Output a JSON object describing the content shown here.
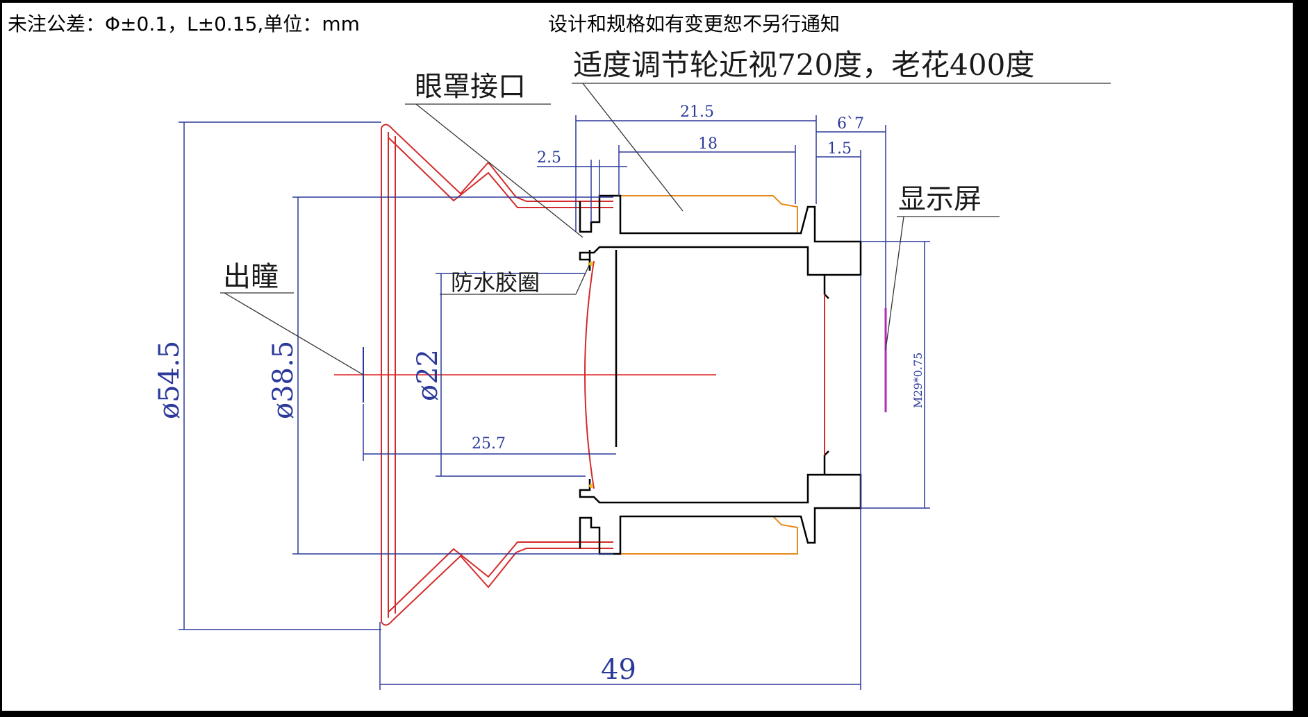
{
  "header": {
    "tolerance_note": "未注公差：Φ±0.1，L±0.15,单位：mm",
    "change_note": "设计和规格如有变更恕不另行通知"
  },
  "labels": {
    "adjust_wheel": "适度调节轮近视720度，老花400度",
    "eyecup_interface": "眼罩接口",
    "display_screen": "显示屏",
    "exit_pupil": "出瞳",
    "waterproof_ring": "防水胶圈"
  },
  "dimensions": {
    "d_54_5": "ø54.5",
    "d_38_5": "ø38.5",
    "d_22": "ø22",
    "len_49": "49",
    "len_25_7": "25.7",
    "len_21_5": "21.5",
    "len_18": "18",
    "len_2_5": "2.5",
    "len_6_7": "6`7",
    "len_1_5": "1.5",
    "thread_m29": "M29*0.75"
  },
  "colors": {
    "outline": "#000000",
    "eyecup": "#d42a2a",
    "adjust_ring": "#e8891c",
    "dimension": "#2b3a9a",
    "display": "#b02ab8",
    "axis": "#e02020"
  }
}
